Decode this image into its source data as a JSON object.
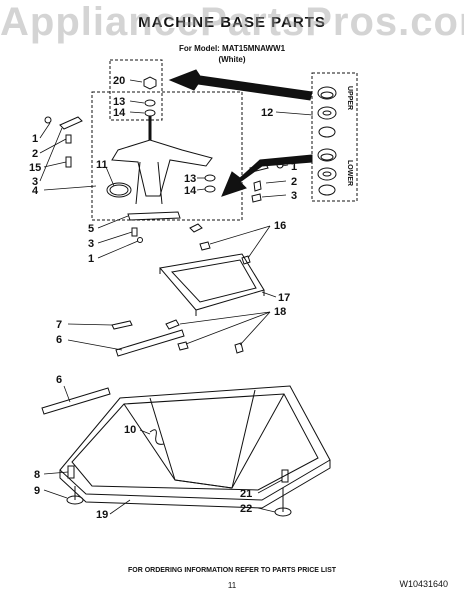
{
  "watermark": "AppliancePartsPros.com",
  "header": {
    "title": "MACHINE BASE PARTS",
    "model_line": "For Model: MAT15MNAWW1",
    "color_line": "(White)"
  },
  "side_panel": {
    "upper_label": "UPPER",
    "lower_label": "LOWER"
  },
  "callouts": [
    {
      "id": "c20a",
      "text": "20"
    },
    {
      "id": "c13a",
      "text": "13"
    },
    {
      "id": "c14a",
      "text": "14"
    },
    {
      "id": "c12",
      "text": "12"
    },
    {
      "id": "c1a",
      "text": "1"
    },
    {
      "id": "c2a",
      "text": "2"
    },
    {
      "id": "c15",
      "text": "15"
    },
    {
      "id": "c3a",
      "text": "3"
    },
    {
      "id": "c11",
      "text": "11"
    },
    {
      "id": "c4",
      "text": "4"
    },
    {
      "id": "c13b",
      "text": "13"
    },
    {
      "id": "c14b",
      "text": "14"
    },
    {
      "id": "c1b",
      "text": "1"
    },
    {
      "id": "c2b",
      "text": "2"
    },
    {
      "id": "c3b",
      "text": "3"
    },
    {
      "id": "c5",
      "text": "5"
    },
    {
      "id": "c3c",
      "text": "3"
    },
    {
      "id": "c1c",
      "text": "1"
    },
    {
      "id": "c16",
      "text": "16"
    },
    {
      "id": "c17",
      "text": "17"
    },
    {
      "id": "c7",
      "text": "7"
    },
    {
      "id": "c18",
      "text": "18"
    },
    {
      "id": "c6a",
      "text": "6"
    },
    {
      "id": "c6b",
      "text": "6"
    },
    {
      "id": "c10",
      "text": "10"
    },
    {
      "id": "c8",
      "text": "8"
    },
    {
      "id": "c9",
      "text": "9"
    },
    {
      "id": "c19",
      "text": "19"
    },
    {
      "id": "c21",
      "text": "21"
    },
    {
      "id": "c22",
      "text": "22"
    }
  ],
  "footer": {
    "ordering_note": "FOR ORDERING INFORMATION REFER TO PARTS PRICE LIST",
    "page_number": "11",
    "document_number": "W10431640"
  }
}
